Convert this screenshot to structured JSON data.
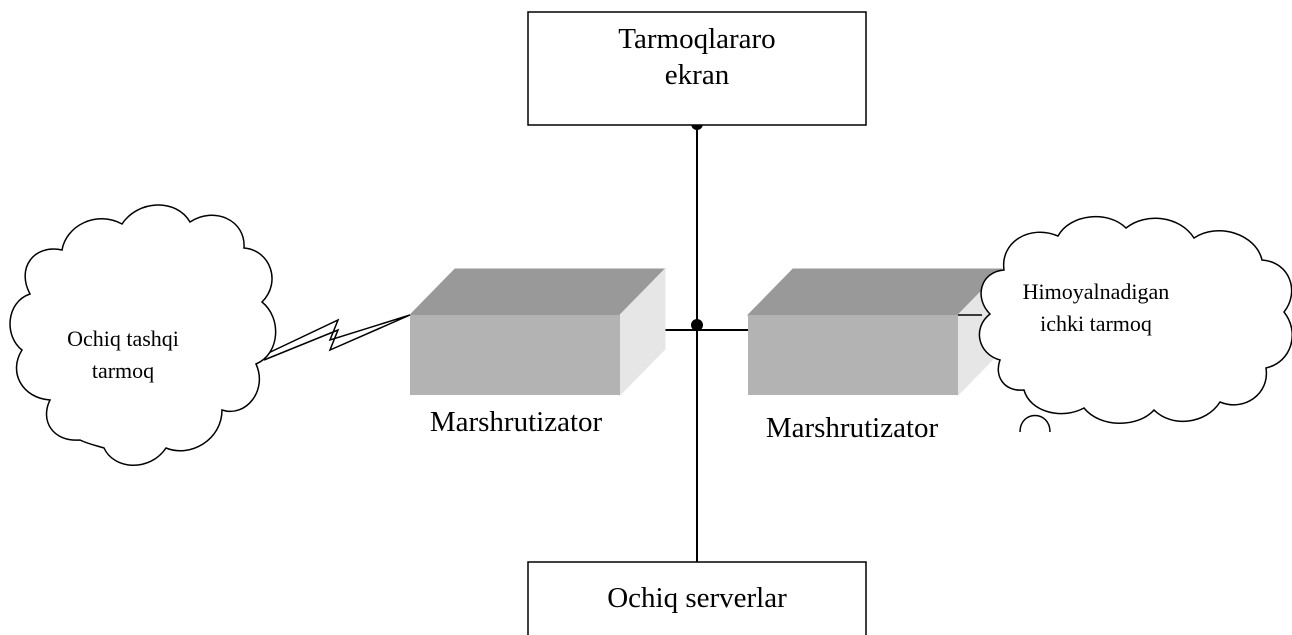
{
  "nodes": {
    "firewall": {
      "line1": "Tarmoqlararo",
      "line2": "ekran"
    },
    "open_servers": {
      "label": "Ochiq serverlar"
    },
    "external_network": {
      "line1": "Ochiq tashqi",
      "line2": "tarmoq"
    },
    "internal_network": {
      "line1": "Himoyalnadigan",
      "line2": "ichki tarmoq"
    },
    "router_left": {
      "label": "Marshrutizator"
    },
    "router_right": {
      "label": "Marshrutizator"
    }
  },
  "colors": {
    "stroke": "#000000",
    "router_top": "#999999",
    "router_front": "#b3b3b3",
    "router_side": "#e6e6e6",
    "background": "#ffffff"
  }
}
